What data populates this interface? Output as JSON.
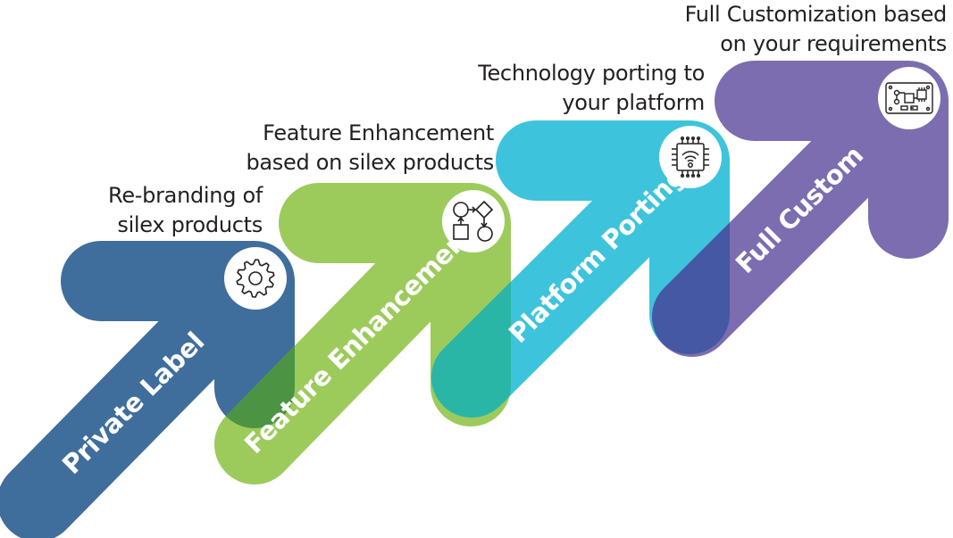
{
  "steps": [
    {
      "id": "private-label",
      "label": "Private Label",
      "caption": [
        "Re-branding of",
        "silex products"
      ],
      "color": "#3f6e9c",
      "icon": "gear-icon"
    },
    {
      "id": "feature-enhancement",
      "label": "Feature Enhancement",
      "caption": [
        "Feature Enhancement",
        "based on silex products"
      ],
      "color": "#9ccb5c",
      "icon": "flowchart-icon"
    },
    {
      "id": "platform-porting",
      "label": "Platform Porting",
      "caption": [
        "Technology porting to",
        "your platform"
      ],
      "color": "#3dc4dc",
      "icon": "wifi-chip-icon"
    },
    {
      "id": "full-custom",
      "label": "Full Custom",
      "caption": [
        "Full Customization based",
        "on your requirements"
      ],
      "color": "#7b6db0",
      "icon": "circuit-board-icon"
    }
  ],
  "overlap_colors": {
    "blue_green": "#4c9443",
    "green_cyan": "#29b6a6",
    "cyan_purple": "#4558a4"
  }
}
